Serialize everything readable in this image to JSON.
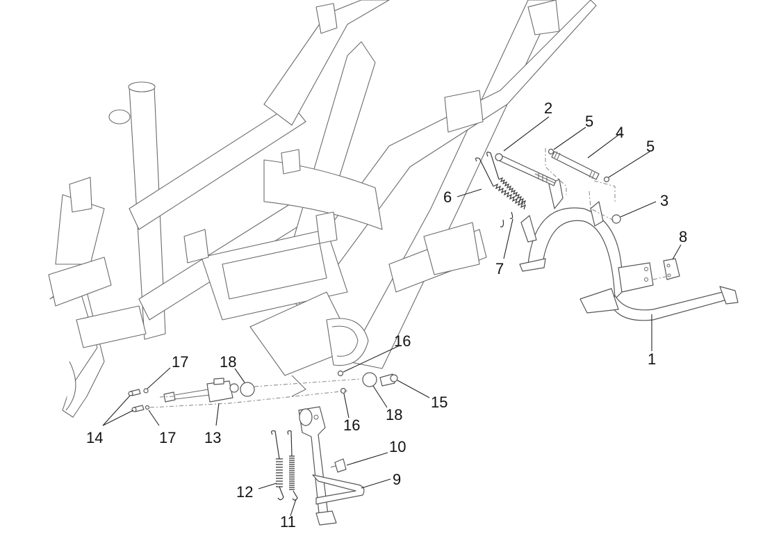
{
  "diagram": {
    "title": "Frame, center stand and side stand exploded view",
    "callouts": [
      {
        "id": "c1",
        "label": "1",
        "part": "center-stand"
      },
      {
        "id": "c2",
        "label": "2",
        "part": "stand-pivot-bolt"
      },
      {
        "id": "c3",
        "label": "3",
        "part": "nut"
      },
      {
        "id": "c4",
        "label": "4",
        "part": "stand-pin"
      },
      {
        "id": "c5a",
        "label": "5",
        "part": "circlip"
      },
      {
        "id": "c5b",
        "label": "5",
        "part": "circlip"
      },
      {
        "id": "c6",
        "label": "6",
        "part": "center-stand-spring-outer"
      },
      {
        "id": "c7",
        "label": "7",
        "part": "center-stand-spring-inner"
      },
      {
        "id": "c8",
        "label": "8",
        "part": "stand-stop-pad"
      },
      {
        "id": "c9",
        "label": "9",
        "part": "side-stand"
      },
      {
        "id": "c10",
        "label": "10",
        "part": "side-stand-rubber-stop"
      },
      {
        "id": "c11",
        "label": "11",
        "part": "side-stand-spring-inner"
      },
      {
        "id": "c12",
        "label": "12",
        "part": "side-stand-spring-outer"
      },
      {
        "id": "c13",
        "label": "13",
        "part": "side-stand-switch"
      },
      {
        "id": "c14",
        "label": "14",
        "part": "screws"
      },
      {
        "id": "c15",
        "label": "15",
        "part": "side-stand-pivot-bolt"
      },
      {
        "id": "c16a",
        "label": "16",
        "part": "nut"
      },
      {
        "id": "c16b",
        "label": "16",
        "part": "nut"
      },
      {
        "id": "c17a",
        "label": "17",
        "part": "washer"
      },
      {
        "id": "c17b",
        "label": "17",
        "part": "washer"
      },
      {
        "id": "c18a",
        "label": "18",
        "part": "o-ring"
      },
      {
        "id": "c18b",
        "label": "18",
        "part": "o-ring"
      }
    ]
  }
}
